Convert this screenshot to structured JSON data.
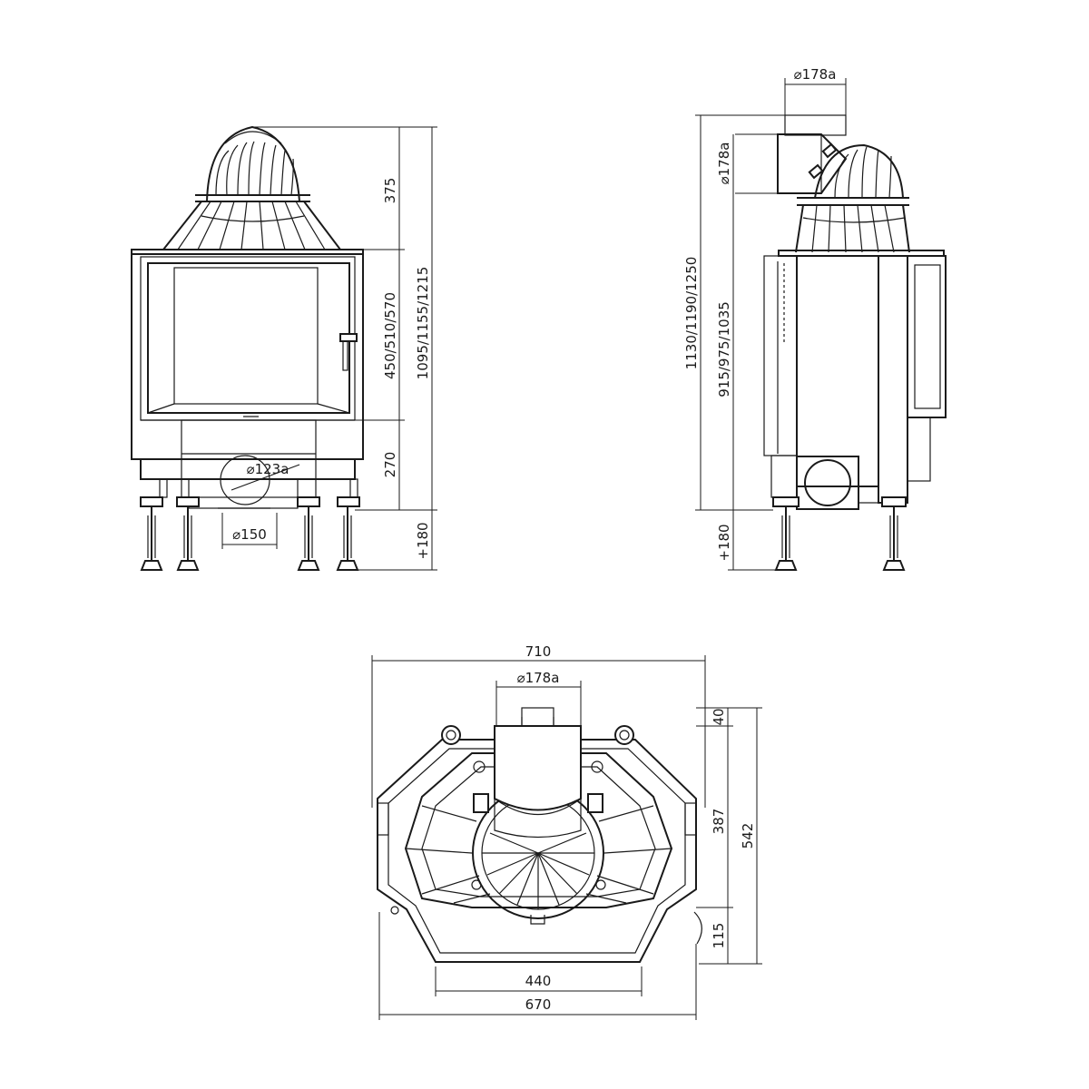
{
  "front_view": {
    "dim_flue_bottom": "⌀123a",
    "dim_outlet": "⌀150",
    "dim_dome_height": "375",
    "dim_door_height": "450/510/570",
    "dim_total_height": "1095/1155/1215",
    "dim_base_height": "270",
    "dim_legs": "+180"
  },
  "side_view": {
    "dim_top_flue": "⌀178a",
    "dim_rear_flue": "⌀178a",
    "dim_total_height": "1130/1190/1250",
    "dim_flue_height": "915/975/1035",
    "dim_legs": "+180"
  },
  "top_view": {
    "dim_width_top": "710",
    "dim_flue": "⌀178a",
    "dim_inner_width": "440",
    "dim_bottom_width": "670",
    "dim_offset_top": "40",
    "dim_mid_depth": "387",
    "dim_total_depth": "542",
    "dim_front_depth": "115"
  }
}
